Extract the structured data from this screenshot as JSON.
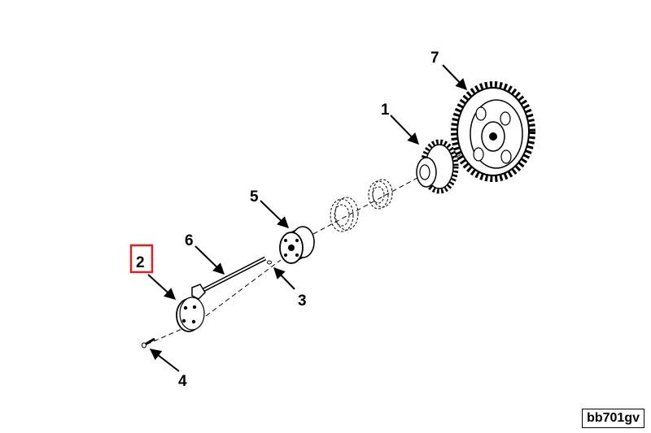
{
  "callouts": {
    "part_1": "1",
    "part_2": "2",
    "part_3": "3",
    "part_4": "4",
    "part_5": "5",
    "part_6": "6",
    "part_7": "7"
  },
  "highlighted_callout": "2",
  "highlight_color": "#e02020",
  "reference_code": "bb701gv"
}
